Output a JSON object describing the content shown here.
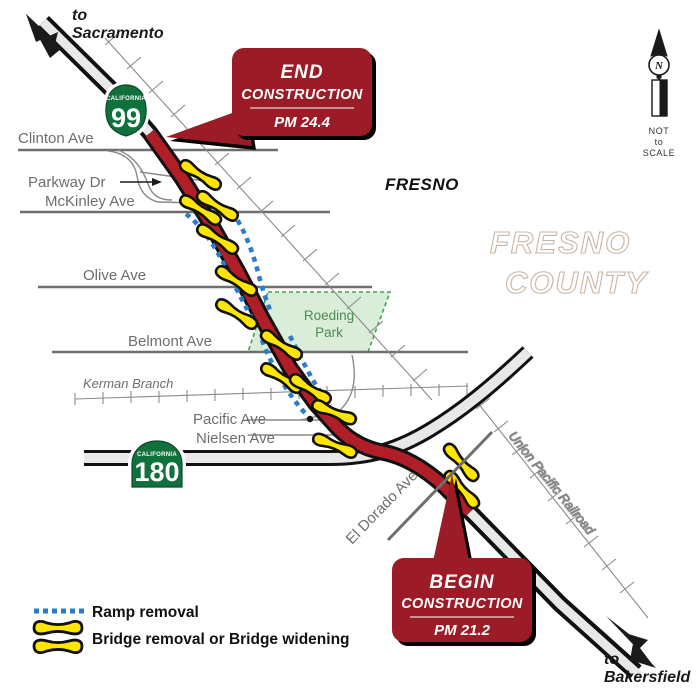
{
  "map": {
    "title_city": "FRESNO",
    "county": {
      "line1": "FRESNO",
      "line2": "COUNTY"
    },
    "direction_labels": {
      "northwest": {
        "line1": "to",
        "line2": "Sacramento"
      },
      "southeast": {
        "line1": "to",
        "line2": "Bakersfield"
      }
    },
    "shields": [
      {
        "name": "route-shield-99",
        "state": "CALIFORNIA",
        "number": "99"
      },
      {
        "name": "route-shield-180",
        "state": "CALIFORNIA",
        "number": "180"
      }
    ],
    "cross_streets": [
      {
        "label": "Clinton Ave"
      },
      {
        "label": "Parkway Dr"
      },
      {
        "label": "McKinley Ave"
      },
      {
        "label": "Olive Ave"
      },
      {
        "label": "Belmont Ave"
      },
      {
        "label": "Pacific Ave"
      },
      {
        "label": "Nielsen Ave"
      },
      {
        "label": "El Dorado Ave"
      }
    ],
    "railroads": [
      {
        "label": "Kerman Branch"
      },
      {
        "label": "Union Pacific  Railroad"
      }
    ],
    "park": {
      "line1": "Roeding",
      "line2": "Park"
    },
    "callouts": [
      {
        "name": "end-construction-callout",
        "title": "END",
        "subtitle": "CONSTRUCTION",
        "pm": "PM 24.4"
      },
      {
        "name": "begin-construction-callout",
        "title": "BEGIN",
        "subtitle": "CONSTRUCTION",
        "pm": "PM 21.2"
      }
    ],
    "compass": {
      "north_letter": "N",
      "note_line1": "NOT",
      "note_line2": "to",
      "note_line3": "SCALE"
    },
    "legend": [
      {
        "name": "legend-ramp-removal",
        "symbol": "dotted-blue-line",
        "label": "Ramp removal"
      },
      {
        "name": "legend-bridge",
        "symbol": "yellow-bridge-glyph",
        "label": "Bridge removal or Bridge widening"
      }
    ],
    "colors": {
      "callout_red": "#9B1C26",
      "highway_red": "#B01F27",
      "bridge_yellow": "#FFE600",
      "ramp_blue": "#2B7CC9",
      "shield_green": "#10713C",
      "park_green": "#D6EBD6",
      "park_border": "#3FA34D",
      "street_gray": "#6E6E6E",
      "county_outline": "#C9B6A6",
      "road_fill": "#E8E8E8"
    }
  }
}
